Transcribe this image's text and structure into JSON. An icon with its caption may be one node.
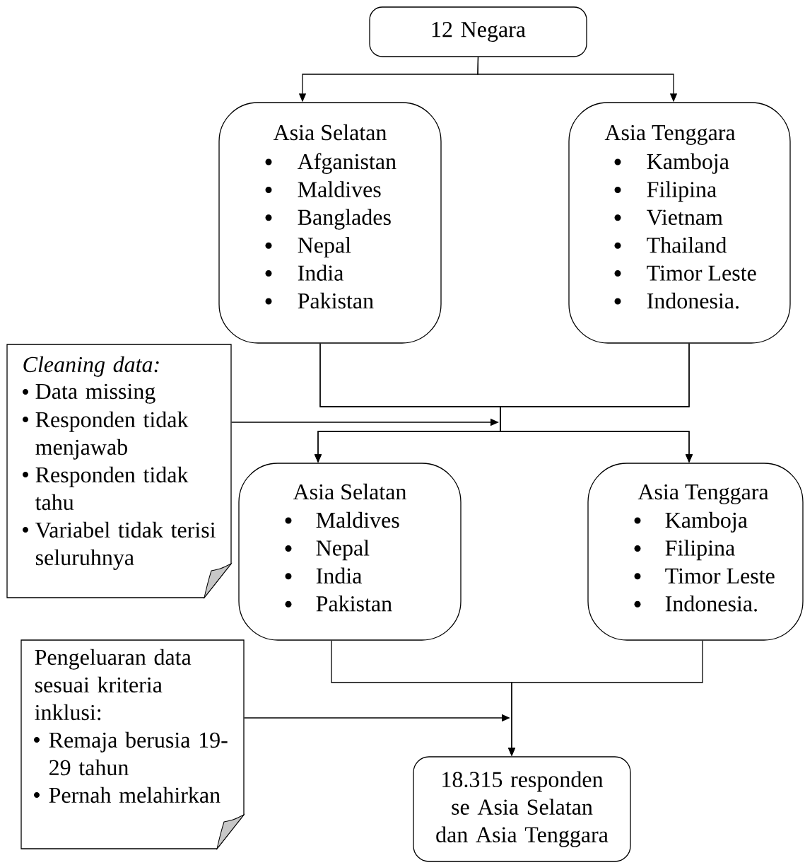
{
  "diagram": {
    "nodes": [
      {
        "text": [
          "12 Negara"
        ]
      },
      {
        "text": [
          "Asia Selatan",
          "Afganistan",
          "Maldives",
          "Banglades",
          "Nepal",
          "India",
          "Pakistan"
        ]
      },
      {
        "text": [
          "Asia Tenggara",
          "Kamboja",
          "Filipina",
          "Vietnam",
          "Thailand",
          "Timor Leste",
          "Indonesia."
        ]
      },
      {
        "text": [
          "Cleaning data:",
          "Data missing",
          "Responden tidak menjawab",
          "Responden tidak tahu",
          "Variabel tidak terisi seluruhnya"
        ]
      },
      {
        "text": [
          "Asia Selatan",
          "Maldives",
          "Nepal",
          "India",
          "Pakistan"
        ]
      },
      {
        "text": [
          "Asia Tenggara",
          "Kamboja",
          "Filipina",
          "Timor Leste",
          "Indonesia."
        ]
      },
      {
        "text": [
          "Pengeluaran data sesuai kriteria inklusi:",
          "Remaja berusia 19-29 tahun",
          "Pernah melahirkan"
        ]
      },
      {
        "text": [
          "18.315 responden se Asia Selatan dan Asia Tenggara"
        ]
      }
    ],
    "edges": [
      {
        "from": 0,
        "to": 1,
        "arrow": "to"
      },
      {
        "from": 0,
        "to": 2,
        "arrow": "to"
      },
      {
        "from": 1,
        "to": 4,
        "arrow": "to"
      },
      {
        "from": 1,
        "to": 5,
        "arrow": "to"
      },
      {
        "from": 2,
        "to": 4,
        "arrow": "to"
      },
      {
        "from": 2,
        "to": 5,
        "arrow": "to"
      },
      {
        "from": 3,
        "to": null,
        "arrow": "to"
      },
      {
        "from": 4,
        "to": 7,
        "arrow": "to"
      },
      {
        "from": 5,
        "to": 7,
        "arrow": "to"
      },
      {
        "from": 6,
        "to": null,
        "arrow": "to"
      }
    ]
  }
}
